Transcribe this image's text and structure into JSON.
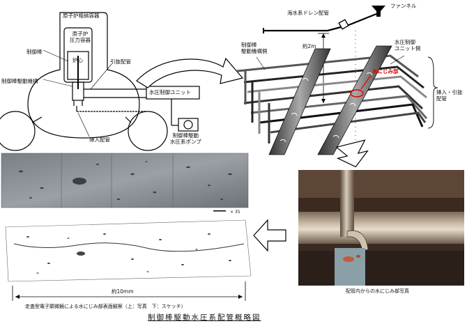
{
  "reactor_diagram": {
    "containment_vessel": "原子炉格納容器",
    "pressure_vessel": "原子炉\n圧力容器",
    "core": "炉心",
    "control_rod": "制御棒",
    "crd_mechanism": "制御棒駆動機構",
    "withdraw_pipe": "引抜配管",
    "hcu": "水圧制御ユニット",
    "insert_pipe": "挿入配管",
    "crd_pump": "制御棒駆動\n水圧系ポンプ"
  },
  "piping_diagram": {
    "drain_pipe": "海水系ドレン配管",
    "funnel": "ファンネル",
    "distance": "約2m",
    "crd_side": "制御棒\n駆動機構側",
    "hcu_side": "水圧制御\nユニット側",
    "leak_mark": "水にじみ部",
    "insert_withdraw_pipe": "挿入・引抜\n配管"
  },
  "photos": {
    "scale_marker": "× 35",
    "length_label": "約10mm",
    "sem_caption": "走査型電子顕微鏡による水にじみ部表面観察（上：写真　下：スケッチ）",
    "pipe_caption": "配管内からの水にじみ部写真"
  },
  "figure_title": "制御棒駆動水圧系配管概略図"
}
